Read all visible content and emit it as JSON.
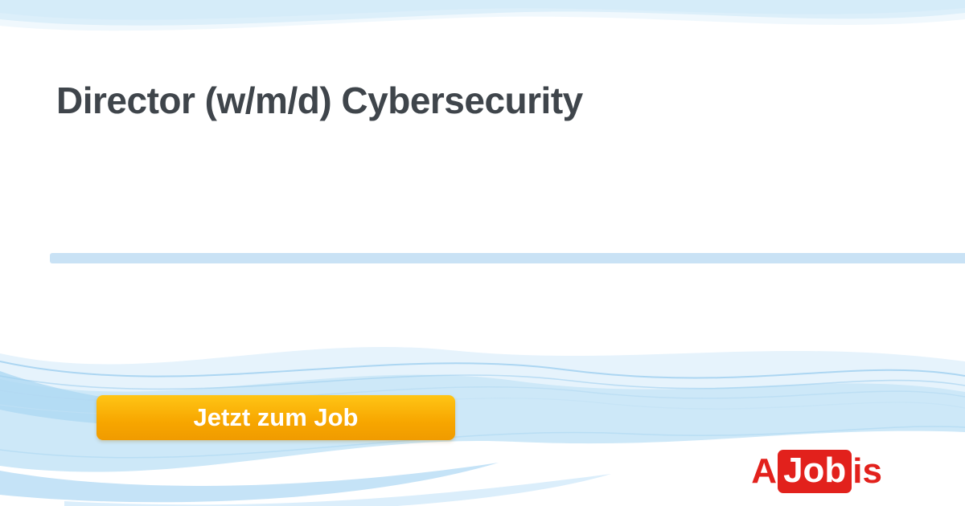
{
  "page": {
    "title": "Director (w/m/d) Cybersecurity"
  },
  "cta": {
    "label": "Jetzt zum Job"
  },
  "logo": {
    "prefix": "A",
    "boxed": "Job",
    "suffix": "is"
  },
  "colors": {
    "title_text": "#3f454b",
    "divider": "#c9e2f5",
    "button_gradient_top": "#ffc515",
    "button_gradient_bottom": "#f09b00",
    "button_text": "#ffffff",
    "logo_red": "#e2211c",
    "wave_light": "#e6f3fc",
    "wave_mid": "#cde8f8",
    "wave_deep": "#aed8f2"
  }
}
